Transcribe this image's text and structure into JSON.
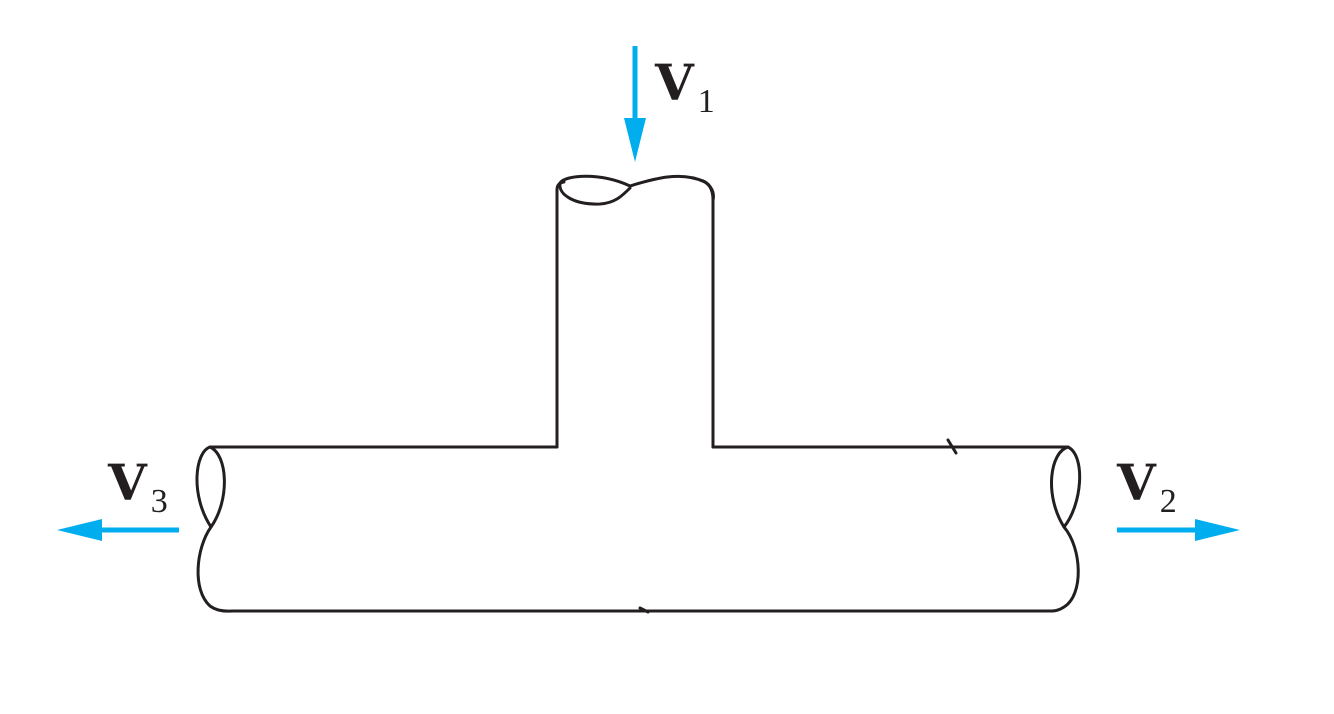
{
  "labels": {
    "v1": {
      "symbol": "V",
      "subscript": "1"
    },
    "v2": {
      "symbol": "V",
      "subscript": "2"
    },
    "v3": {
      "symbol": "V",
      "subscript": "3"
    }
  },
  "colors": {
    "arrow": "#00aeef",
    "line": "#231f20",
    "background": "#ffffff"
  }
}
